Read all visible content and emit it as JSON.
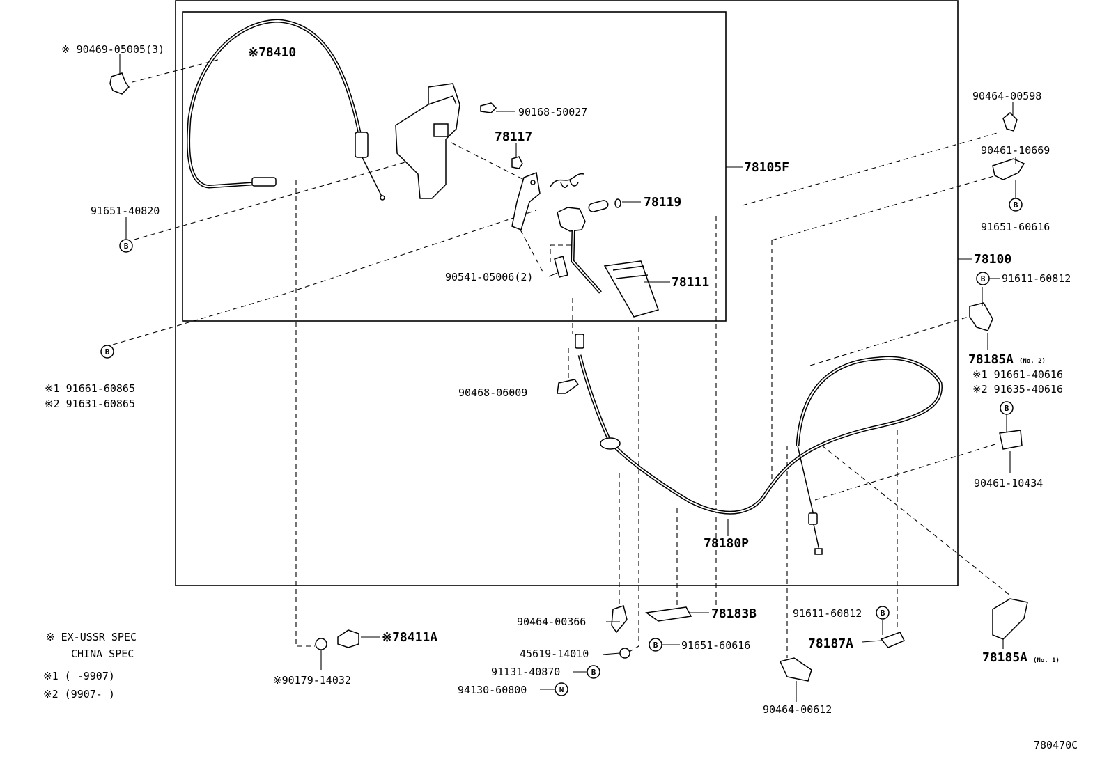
{
  "diagram": {
    "ref_code": "780470C",
    "assemblies": {
      "a78105F": "78105F",
      "a78100": "78100"
    },
    "parts": {
      "p78410": "※78410",
      "p90469": "※ 90469-05005(3)",
      "p90168": "90168-50027",
      "p78117": "78117",
      "p78119": "78119",
      "p91651_40820": "91651-40820",
      "p90541": "90541-05006(2)",
      "p78111": "78111",
      "p91661_60865": "※1 91661-60865",
      "p91631_60865": "※2 91631-60865",
      "p90468": "90468-06009",
      "p78180P": "78180P",
      "p90464_00598": "90464-00598",
      "p90461_10669": "90461-10669",
      "p91651_60616_r": "91651-60616",
      "p91611_60812_r": "91611-60812",
      "p78185A_2": "78185A",
      "p78185A_2_sub": "(No. 2)",
      "p91661_40616": "※1 91661-40616",
      "p91635_40616": "※2 91635-40616",
      "p90461_10434": "90461-10434",
      "p78185A_1": "78185A",
      "p78185A_1_sub": "(No. 1)",
      "p90464_00366": "90464-00366",
      "p78183B": "78183B",
      "p91651_60616_b": "91651-60616",
      "p45619": "45619-14010",
      "p91131": "91131-40870",
      "p94130": "94130-60800",
      "p91611_60812_b": "91611-60812",
      "p78187A": "78187A",
      "p90464_00612": "90464-00612",
      "p78411A": "※78411A",
      "p90179": "※90179-14032"
    },
    "symbols": {
      "bolt": "B",
      "nut": "N"
    },
    "notes": {
      "n1": "※  EX-USSR SPEC",
      "n2": "CHINA SPEC",
      "n3": "※1 (     -9907)",
      "n4": "※2 (9907-      )"
    }
  }
}
